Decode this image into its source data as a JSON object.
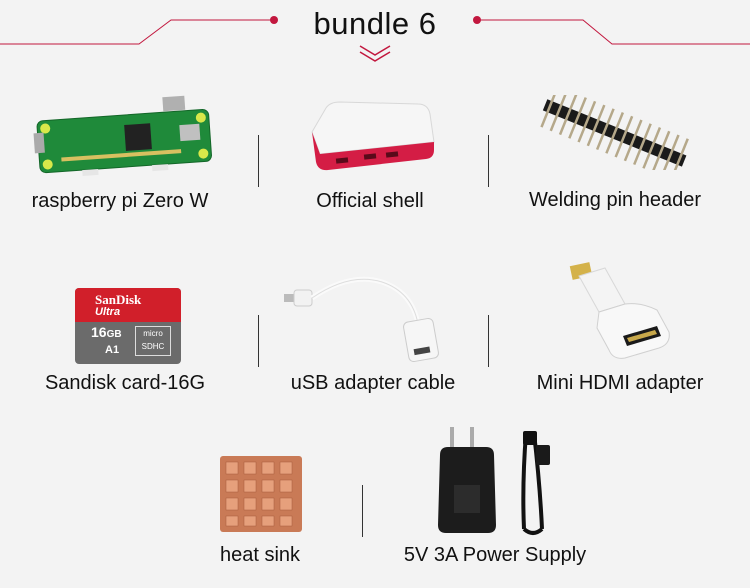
{
  "header": {
    "title": "bundle 6",
    "accent_color": "#c2173e"
  },
  "products": [
    {
      "label": "raspberry pi Zero W",
      "icon": "raspberry-pi-zero-board"
    },
    {
      "label": "Official shell",
      "icon": "case"
    },
    {
      "label": "Welding pin header",
      "icon": "pin-header"
    },
    {
      "label": "Sandisk card-16G",
      "icon": "sd-card"
    },
    {
      "label": "uSB adapter cable",
      "icon": "usb-cable"
    },
    {
      "label": "Mini HDMI adapter",
      "icon": "hdmi-adapter"
    },
    {
      "label": "heat sink",
      "icon": "heat-sink"
    },
    {
      "label": "5V 3A Power Supply",
      "icon": "power-supply"
    }
  ],
  "sd_card": {
    "brand": "SanDisk",
    "line": "Ultra",
    "capacity": "16",
    "unit": "GB",
    "class": "A1"
  }
}
